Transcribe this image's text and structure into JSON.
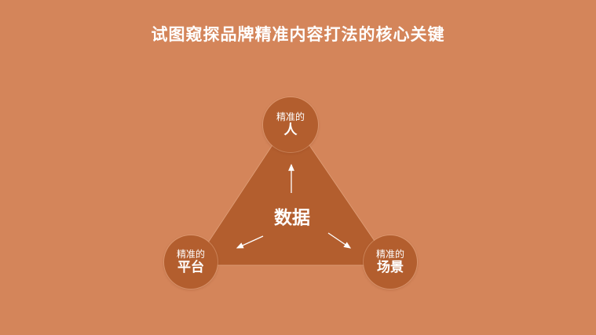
{
  "title": "试图窥探品牌精准内容打法的核心关键",
  "colors": {
    "background": "#d4855a",
    "triangle": "#b35e2e",
    "node": "#b35e2e",
    "text": "#ffffff"
  },
  "center": {
    "label": "数据"
  },
  "nodes": [
    {
      "position": "top",
      "sub": "精准的",
      "main": "人"
    },
    {
      "position": "bottom-left",
      "sub": "精准的",
      "main": "平台"
    },
    {
      "position": "bottom-right",
      "sub": "精准的",
      "main": "场景"
    }
  ]
}
